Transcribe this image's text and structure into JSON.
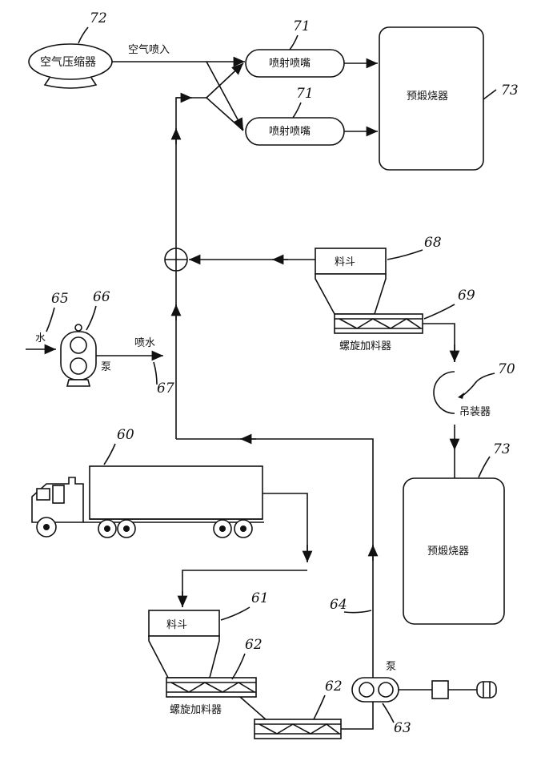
{
  "labels": {
    "air_compressor": "空气压缩器",
    "air_injection": "空气喷入",
    "nozzle_top": "喷射喷嘴",
    "nozzle_bottom": "喷射喷嘴",
    "precalciner_top": "预煅烧器",
    "hopper_top": "料斗",
    "screw_feeder_top": "螺旋加料器",
    "crane": "吊装器",
    "precalciner_bottom": "预煅烧器",
    "water": "水",
    "spray_water": "喷水",
    "pump_water": "泵",
    "hopper_bottom": "料斗",
    "screw_feeder_bottom": "螺旋加料器",
    "pump_bottom": "泵"
  },
  "refs": {
    "r72": "72",
    "r71a": "71",
    "r71b": "71",
    "r73a": "73",
    "r68": "68",
    "r69": "69",
    "r70": "70",
    "r73b": "73",
    "r65": "65",
    "r66": "66",
    "r67": "67",
    "r60": "60",
    "r61": "61",
    "r62a": "62",
    "r62b": "62",
    "r64": "64",
    "r63": "63"
  }
}
